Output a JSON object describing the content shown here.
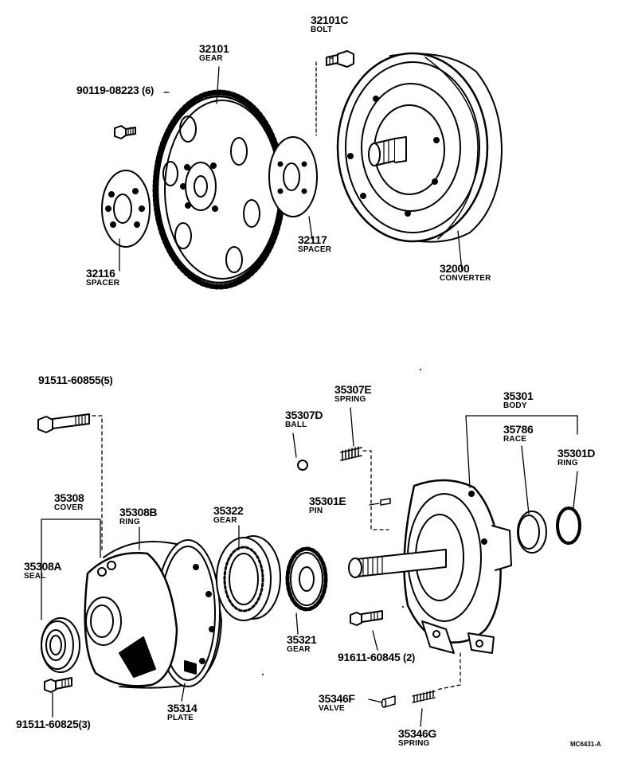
{
  "diagram_code": "MC6431-A",
  "parts": {
    "p32101C": {
      "number": "32101C",
      "name": "BOLT"
    },
    "p32101": {
      "number": "32101",
      "name": "GEAR"
    },
    "p90119": {
      "number": "90119-08223",
      "qty": "(6)"
    },
    "p32116": {
      "number": "32116",
      "name": "SPACER"
    },
    "p32117": {
      "number": "32117",
      "name": "SPACER"
    },
    "p32000": {
      "number": "32000",
      "name": "CONVERTER"
    },
    "p91511a": {
      "number": "91511-60855",
      "qty": "(5)"
    },
    "p35307E": {
      "number": "35307E",
      "name": "SPRING"
    },
    "p35307D": {
      "number": "35307D",
      "name": "BALL"
    },
    "p35301": {
      "number": "35301",
      "name": "BODY"
    },
    "p35786": {
      "number": "35786",
      "name": "RACE"
    },
    "p35301D": {
      "number": "35301D",
      "name": "RING"
    },
    "p35301E": {
      "number": "35301E",
      "name": "PIN"
    },
    "p35308": {
      "number": "35308",
      "name": "COVER"
    },
    "p35308B": {
      "number": "35308B",
      "name": "RING"
    },
    "p35322": {
      "number": "35322",
      "name": "GEAR"
    },
    "p35308A": {
      "number": "35308A",
      "name": "SEAL"
    },
    "p35321": {
      "number": "35321",
      "name": "GEAR"
    },
    "p91611": {
      "number": "91611-60845",
      "qty": "(2)"
    },
    "p35314": {
      "number": "35314",
      "name": "PLATE"
    },
    "p35346F": {
      "number": "35346F",
      "name": "VALVE"
    },
    "p91511b": {
      "number": "91511-60825",
      "qty": "(3)"
    },
    "p35346G": {
      "number": "35346G",
      "name": "SPRING"
    }
  }
}
